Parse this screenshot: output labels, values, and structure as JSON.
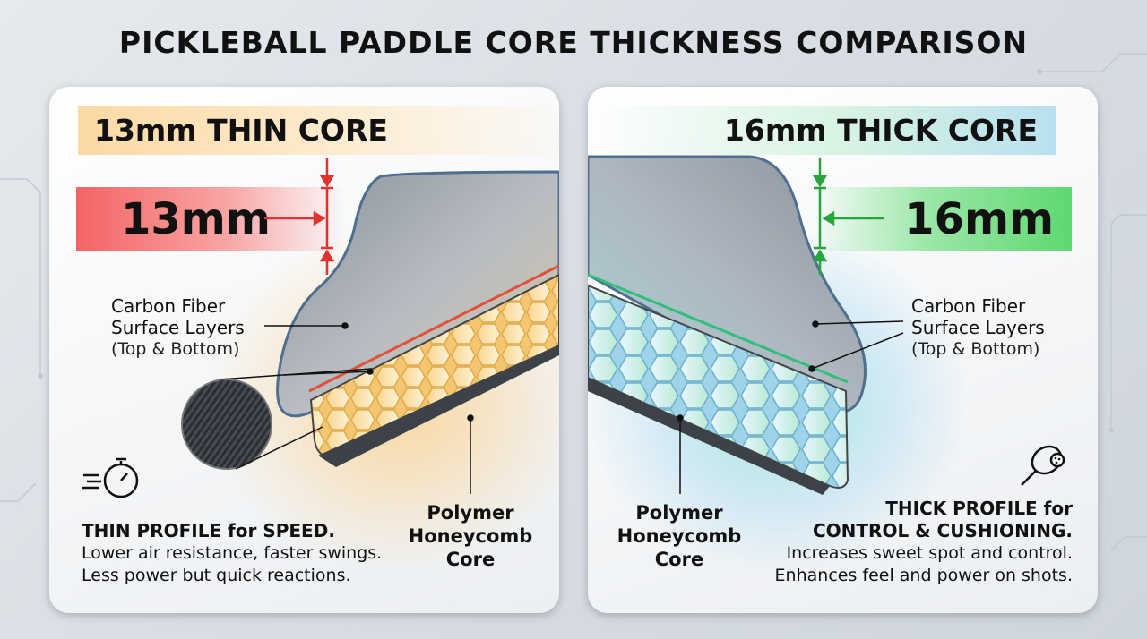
{
  "title": "PICKLEBALL PADDLE CORE THICKNESS COMPARISON",
  "left": {
    "core_label": "13mm THIN CORE",
    "measure": "13mm",
    "surface_label_line1": "Carbon Fiber",
    "surface_label_line2": "Surface Layers",
    "surface_label_line3": "(Top & Bottom)",
    "core_name_line1": "Polymer",
    "core_name_line2": "Honeycomb",
    "core_name_line3": "Core",
    "desc_head": "THIN PROFILE for SPEED.",
    "desc_line1": "Lower air resistance, faster swings.",
    "desc_line2": "Less power but quick reactions.",
    "icon": "stopwatch-speed-icon",
    "accent": "#f46464"
  },
  "right": {
    "core_label": "16mm THICK CORE",
    "measure": "16mm",
    "surface_label_line1": "Carbon Fiber",
    "surface_label_line2": "Surface Layers",
    "surface_label_line3": "(Top & Bottom)",
    "core_name_line1": "Polymer",
    "core_name_line2": "Honeycomb",
    "core_name_line3": "Core",
    "desc_head_line1": "THICK PROFILE for",
    "desc_head_line2": "CONTROL & CUSHIONING.",
    "desc_line1": "Increases sweet spot and control.",
    "desc_line2": "Enhances feel and power on shots.",
    "icon": "paddle-ball-icon",
    "accent": "#3cc94f"
  }
}
